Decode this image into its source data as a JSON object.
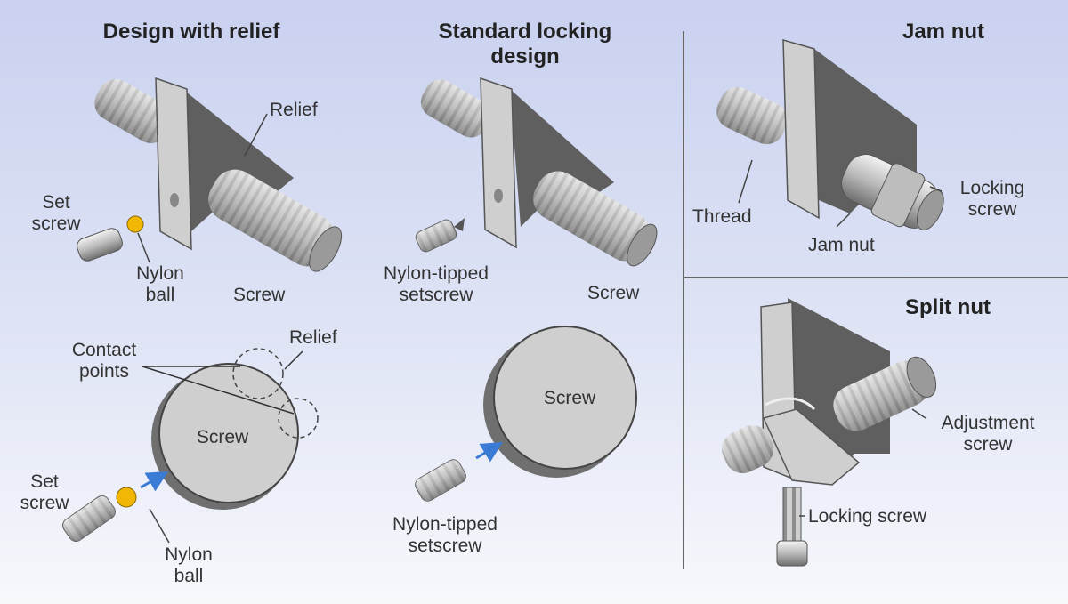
{
  "panels": {
    "relief": {
      "title": "Design with relief",
      "labels": {
        "relief_top": "Relief",
        "set_screw_top": "Set\nscrew",
        "nylon_ball_top": "Nylon\nball",
        "screw_top": "Screw",
        "contact_points": "Contact\npoints",
        "relief_bottom": "Relief",
        "screw_disc": "Screw",
        "set_screw_bottom": "Set\nscrew",
        "nylon_ball_bottom": "Nylon\nball"
      }
    },
    "standard": {
      "title": "Standard locking\ndesign",
      "labels": {
        "nylon_tipped_top": "Nylon-tipped\nsetscrew",
        "screw_top": "Screw",
        "screw_disc": "Screw",
        "nylon_tipped_bottom": "Nylon-tipped\nsetscrew"
      }
    },
    "jam": {
      "title": "Jam nut",
      "labels": {
        "thread": "Thread",
        "jam_nut": "Jam nut",
        "locking_screw": "Locking\nscrew"
      }
    },
    "split": {
      "title": "Split nut",
      "labels": {
        "adjustment_screw": "Adjustment\nscrew",
        "locking_screw": "Locking screw"
      }
    }
  },
  "colors": {
    "background_top": "#c9d1ef",
    "plate_face": "#cfcfcf",
    "plate_dark": "#5f5f5f",
    "screw": "#c8c8c8",
    "nylon_ball": "#f2b705",
    "arrow": "#3a7bd5"
  }
}
